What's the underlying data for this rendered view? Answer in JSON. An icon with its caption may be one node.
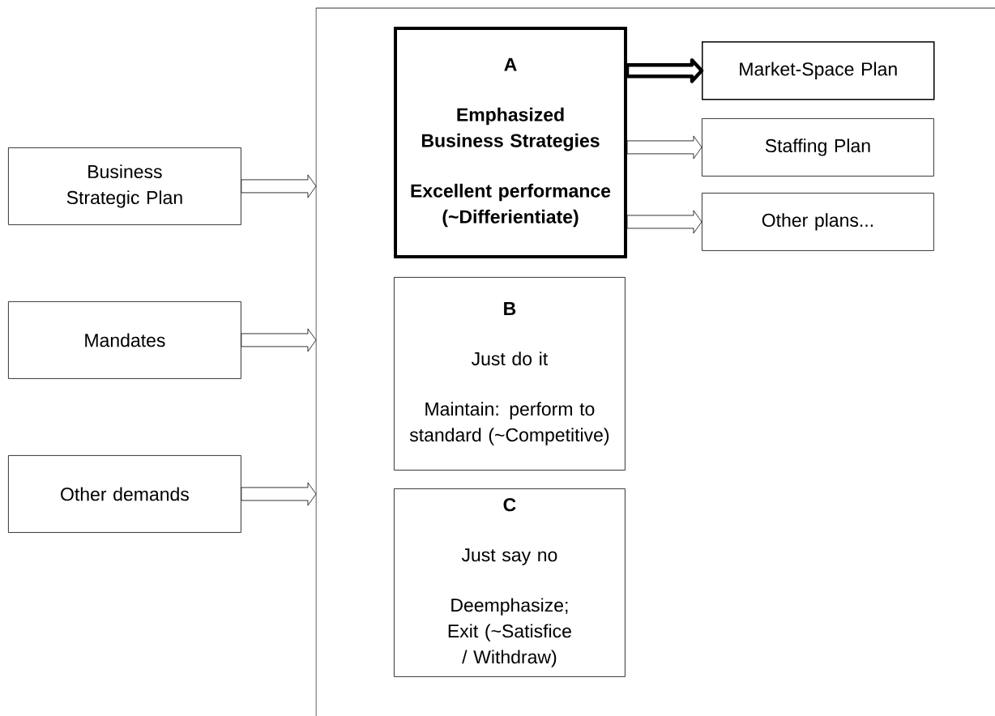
{
  "diagram": {
    "nodes": [
      {
        "text": [
          "Business Strategic Plan"
        ]
      },
      {
        "text": [
          "Mandates"
        ]
      },
      {
        "text": [
          "Other demands"
        ]
      },
      {
        "text": [],
        "shape": "box"
      },
      {
        "text": [
          "A",
          "Emphasized Business Strategies",
          "Excellent performance (~Differientiate)"
        ],
        "in": 3
      },
      {
        "text": [
          "B",
          "Just do it",
          "Maintain: perform to standard (~Competitive)"
        ],
        "in": 3
      },
      {
        "text": [
          "C",
          "Just say no",
          "Deemphasize; Exit (~Satisfice / Withdraw)"
        ],
        "in": 3
      },
      {
        "text": [
          "Market-Space Plan"
        ],
        "in": 3
      },
      {
        "text": [
          "Staffing Plan"
        ],
        "in": 3
      },
      {
        "text": [
          "Other plans..."
        ],
        "in": 3
      }
    ],
    "edges": [
      {
        "from": 0,
        "to": 3,
        "arrow": "to"
      },
      {
        "from": 1,
        "to": 3,
        "arrow": "to"
      },
      {
        "from": 2,
        "to": 3,
        "arrow": "to"
      },
      {
        "from": 4,
        "to": 7,
        "arrow": "to",
        "style": "thick"
      },
      {
        "from": 4,
        "to": 8,
        "arrow": "to"
      },
      {
        "from": 4,
        "to": 9,
        "arrow": "to"
      }
    ]
  }
}
